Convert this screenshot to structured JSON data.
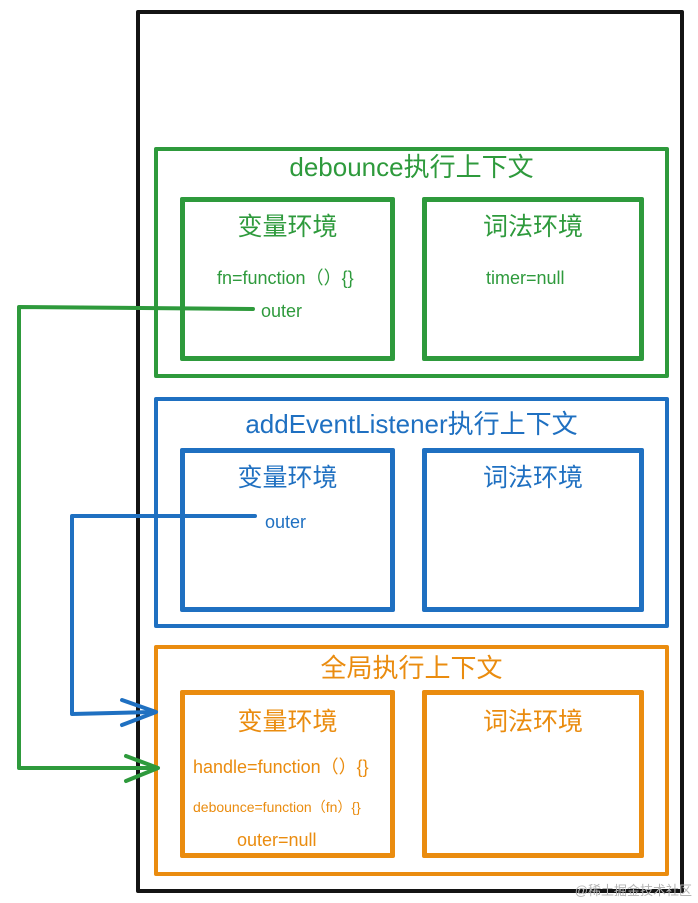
{
  "contexts": {
    "debounce": {
      "title": "debounce执行上下文",
      "variable_env": {
        "title": "变量环境",
        "lines": [
          "fn=function（）{}",
          "outer"
        ]
      },
      "lexical_env": {
        "title": "词法环境",
        "lines": [
          "timer=null"
        ]
      }
    },
    "add_event_listener": {
      "title": "addEventListener执行上下文",
      "variable_env": {
        "title": "变量环境",
        "lines": [
          "outer"
        ]
      },
      "lexical_env": {
        "title": "词法环境"
      }
    },
    "global": {
      "title": "全局执行上下文",
      "variable_env": {
        "title": "变量环境",
        "lines": [
          "handle=function（）{}",
          "debounce=function（fn）{}",
          "outer=null"
        ]
      },
      "lexical_env": {
        "title": "词法环境"
      }
    }
  },
  "colors": {
    "stack_border": "#141414",
    "debounce": "#2e9a3c",
    "add_event_listener": "#1f70c1",
    "global": "#ea8c0f"
  },
  "watermark": "@稀土掘金技术社区"
}
